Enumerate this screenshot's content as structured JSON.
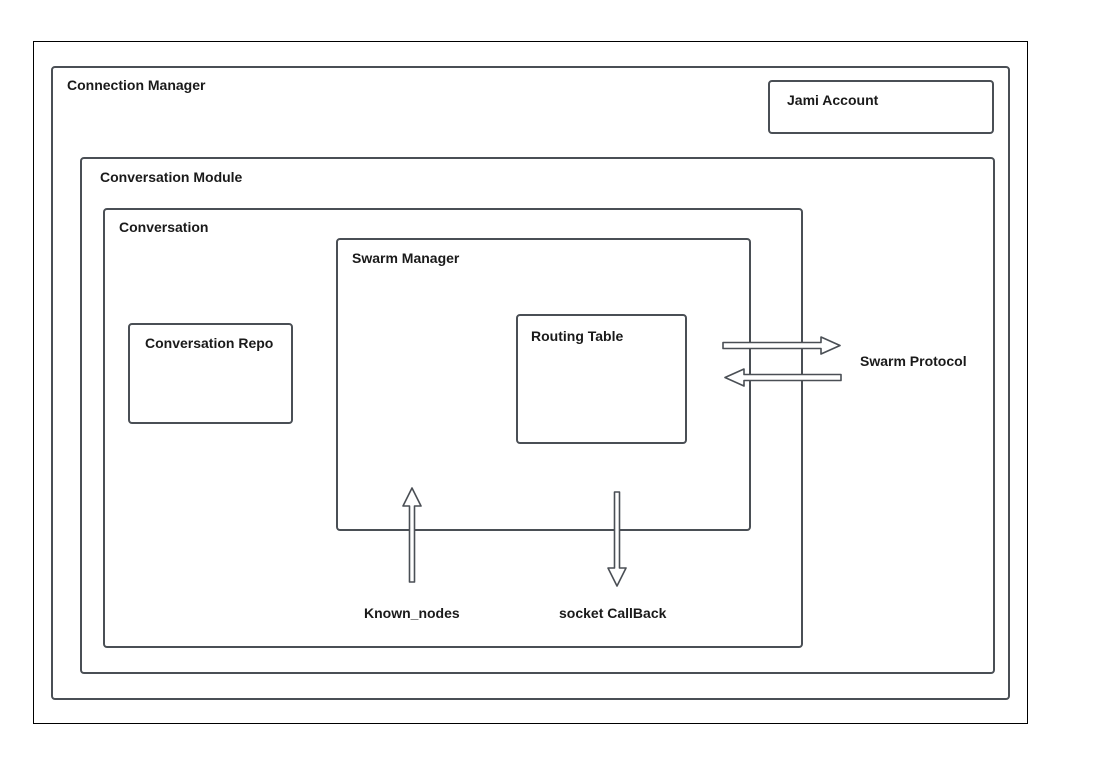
{
  "diagram": {
    "connection_manager": "Connection Manager",
    "jami_account": "Jami Account",
    "conversation_module": "Conversation Module",
    "conversation": "Conversation",
    "swarm_manager": "Swarm Manager",
    "conversation_repo": "Conversation Repo",
    "routing_table": "Routing Table",
    "swarm_protocol": "Swarm Protocol",
    "known_nodes": "Known_nodes",
    "socket_callback": "socket CallBack"
  },
  "colors": {
    "stroke": "#4a4f55",
    "text": "#1a1a1a",
    "frame": "#000000"
  }
}
